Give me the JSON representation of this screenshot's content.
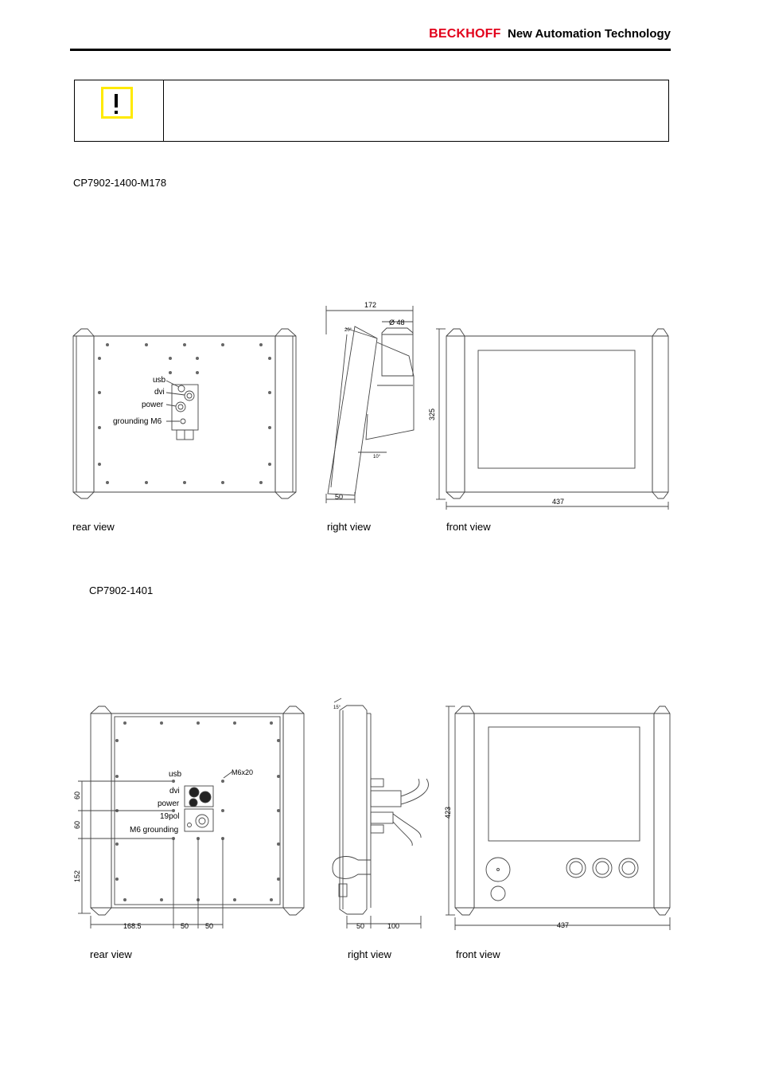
{
  "header": {
    "brand_name": "BECKHOFF",
    "tagline": "New Automation Technology"
  },
  "note": {
    "icon": "exclamation-warning-icon",
    "text": ""
  },
  "sections": [
    {
      "model": "CP7902-1400-M178",
      "views": {
        "rear": "rear view",
        "right": "right view",
        "front": "front view"
      },
      "rear_labels": {
        "usb": "usb",
        "dvi": "dvi",
        "power": "power",
        "grounding": "grounding M6"
      },
      "dims": {
        "depth": "172",
        "pipe": "Ø 48",
        "tilt": "20°",
        "angle": "10°",
        "panel_depth": "50",
        "height": "325",
        "width": "437"
      }
    },
    {
      "model": "CP7902-1401",
      "views": {
        "rear": "rear view",
        "right": "right view",
        "front": "front view"
      },
      "rear_labels": {
        "usb": "usb",
        "dvi": "dvi",
        "power": "power",
        "pol": "19pol",
        "grounding": "M6 grounding",
        "screw": "M6x20"
      },
      "dims": {
        "tilt": "15°",
        "v1": "60",
        "v2": "60",
        "v3": "152",
        "h1": "168.5",
        "h2": "50",
        "h3": "50",
        "panel_depth": "50",
        "stand": "100",
        "height": "423",
        "width": "437"
      }
    }
  ]
}
